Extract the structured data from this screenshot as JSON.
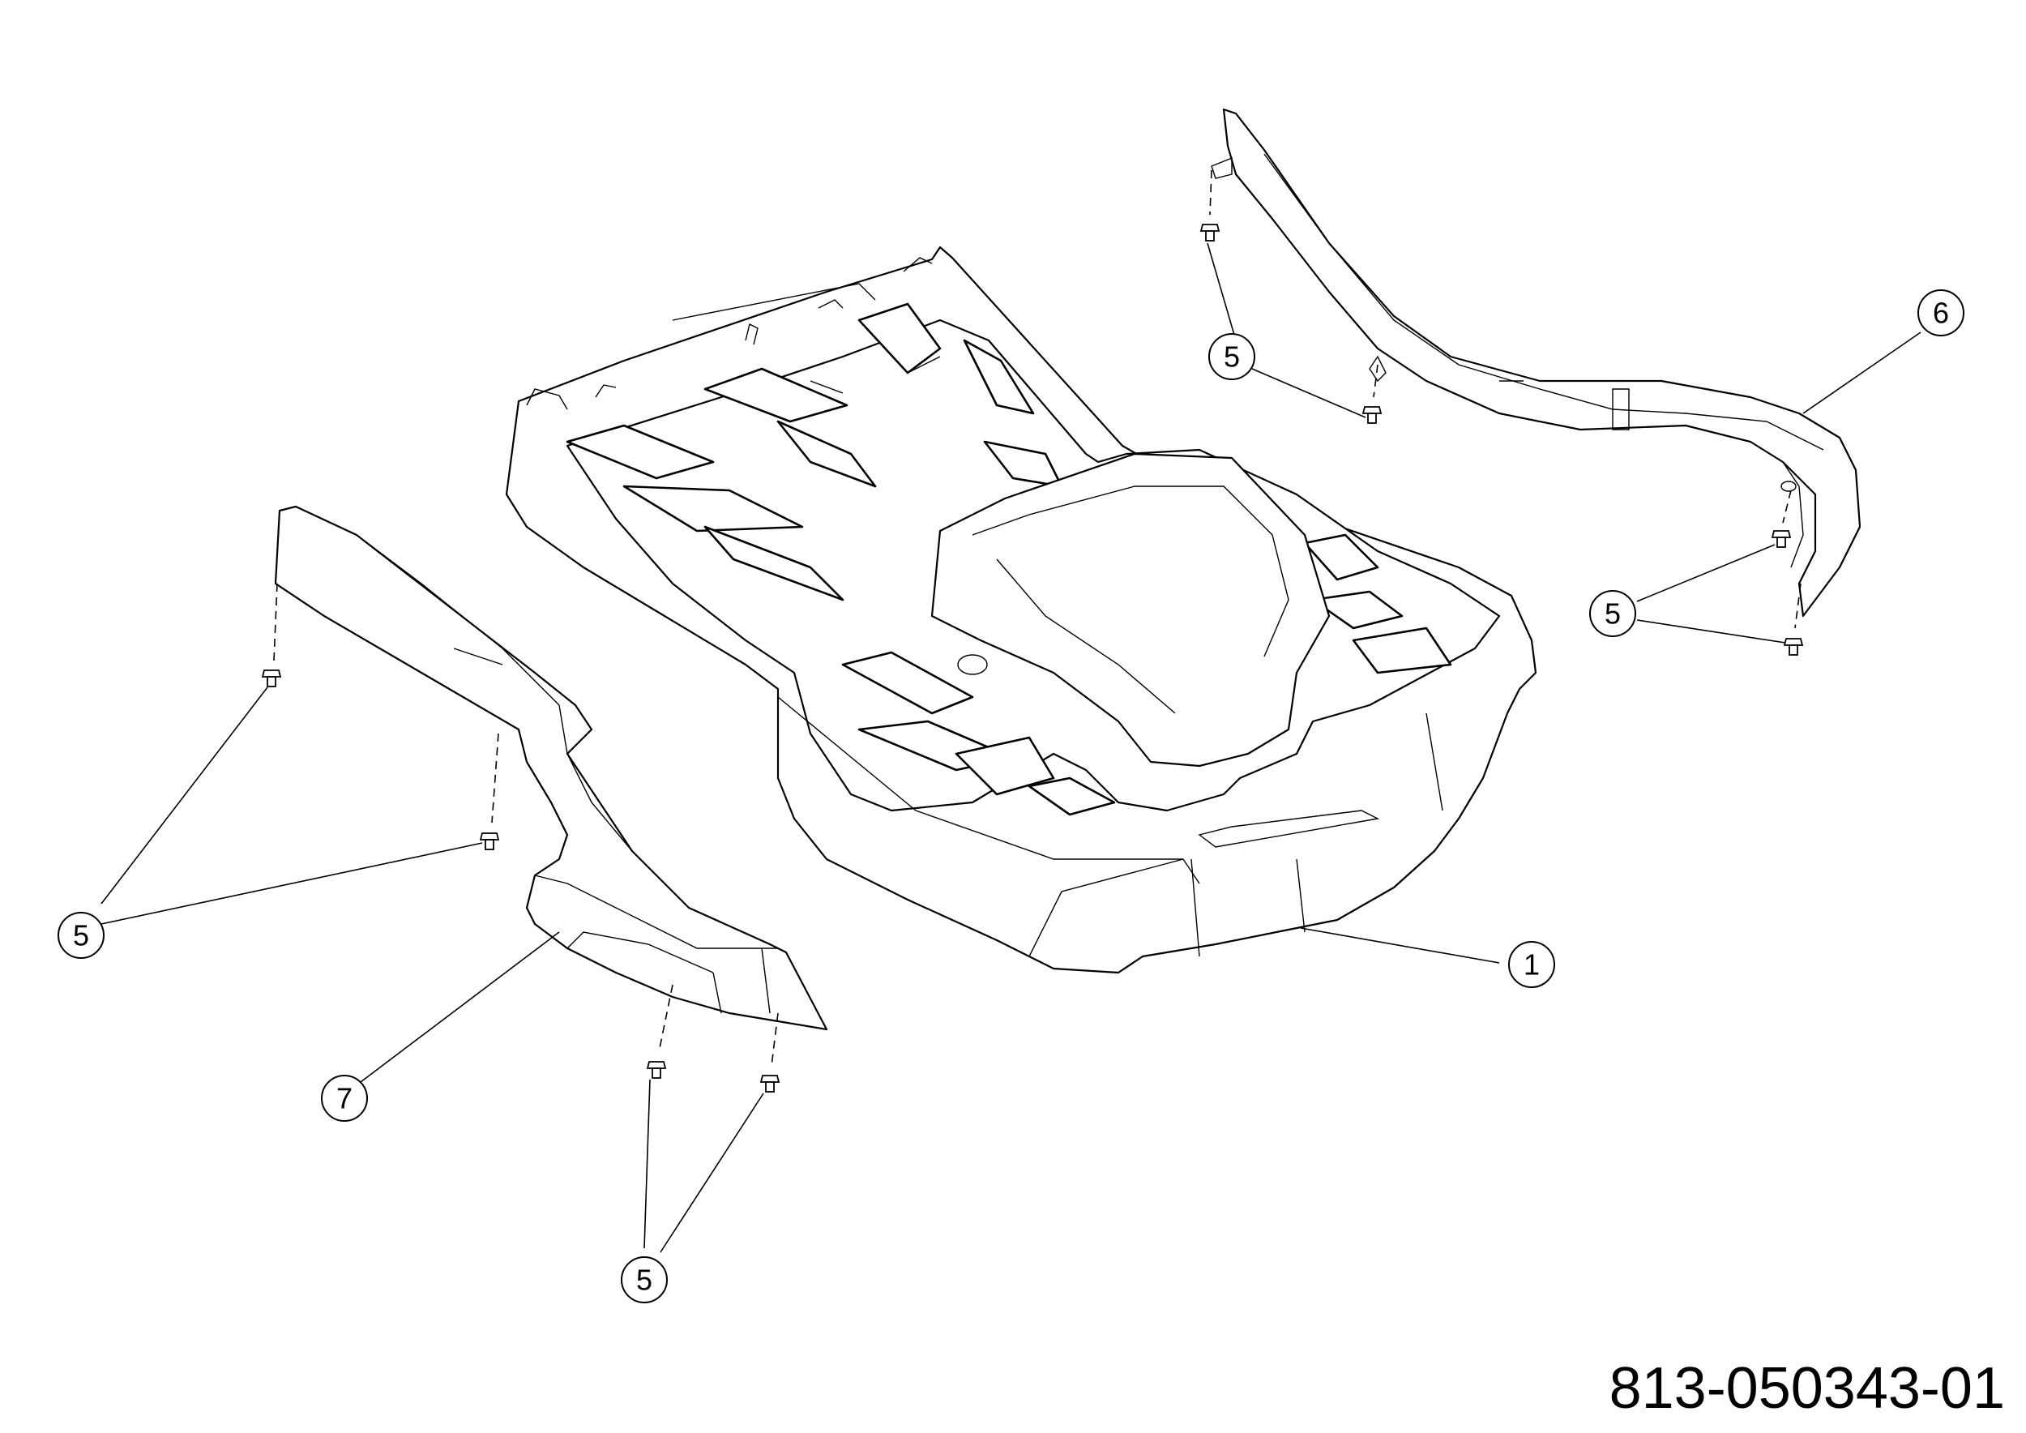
{
  "drawing_number": "813-050343-01",
  "callouts": [
    {
      "label": "1"
    },
    {
      "label": "5"
    },
    {
      "label": "5"
    },
    {
      "label": "5"
    },
    {
      "label": "5"
    },
    {
      "label": "6"
    },
    {
      "label": "7"
    }
  ],
  "parts": [
    {
      "callout": "1",
      "name": "body"
    },
    {
      "callout": "5",
      "name": "screw"
    },
    {
      "callout": "6",
      "name": "right side trim"
    },
    {
      "callout": "7",
      "name": "left side trim"
    }
  ]
}
